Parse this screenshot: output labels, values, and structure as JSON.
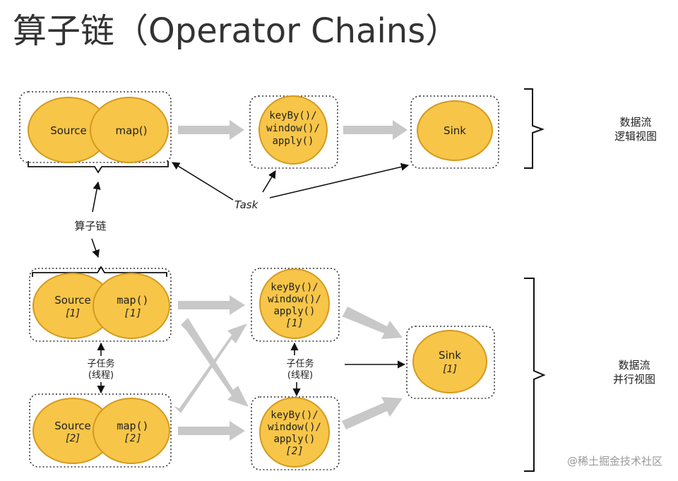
{
  "title": "算子链（Operator Chains）",
  "colors": {
    "node_fill": "#F7C548",
    "node_stroke": "#D49A1E",
    "arrow_gray": "#C8C8C8",
    "border": "#333333"
  },
  "logical": {
    "source": "Source",
    "map": "map()",
    "keyby": [
      "keyBy()/",
      "window()/",
      "apply()"
    ],
    "sink": "Sink",
    "task_label": "Task",
    "view_label": [
      "数据流",
      "逻辑视图"
    ]
  },
  "chain_label": "算子链",
  "parallel": {
    "source1": [
      "Source",
      "[1]"
    ],
    "map1": [
      "map()",
      "[1]"
    ],
    "source2": [
      "Source",
      "[2]"
    ],
    "map2": [
      "map()",
      "[2]"
    ],
    "keyby1": [
      "keyBy()/",
      "window()/",
      "apply()",
      "[1]"
    ],
    "keyby2": [
      "keyBy()/",
      "window()/",
      "apply()",
      "[2]"
    ],
    "sink1": [
      "Sink",
      "[1]"
    ],
    "subtask_label": [
      "子任务",
      "(线程)"
    ],
    "view_label": [
      "数据流",
      "并行视图"
    ]
  },
  "watermark": "@稀土掘金技术社区"
}
